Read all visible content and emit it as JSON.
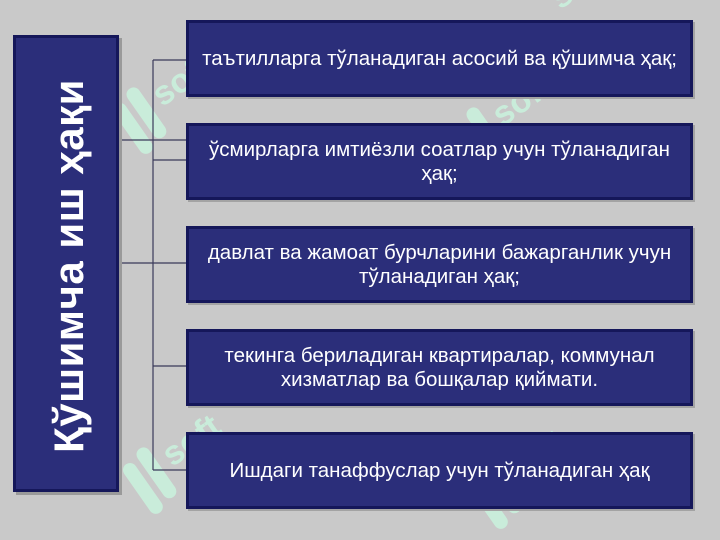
{
  "title": "Қўшимча иш ҳақи",
  "items": [
    {
      "text": "таътилларга тўланадиган асосий ва қўшимча ҳақ;"
    },
    {
      "text": "ўсмирларга имтиёзли соатлар учун тўланадиган ҳақ;"
    },
    {
      "text": "давлат ва жамоат бурчларини бажарганлик учун тўланадиган ҳақ;"
    },
    {
      "text": "текинга бериладиган квартиралар, коммунал хизматлар ва бошқалар қиймати."
    },
    {
      "text": "Ишдаги танаффуслар учун тўланадиган ҳақ"
    }
  ],
  "colors": {
    "box": "#2b2e7a",
    "border": "#15175a",
    "background": "#c9c9c9",
    "watermark": "#c9f0dc"
  }
}
